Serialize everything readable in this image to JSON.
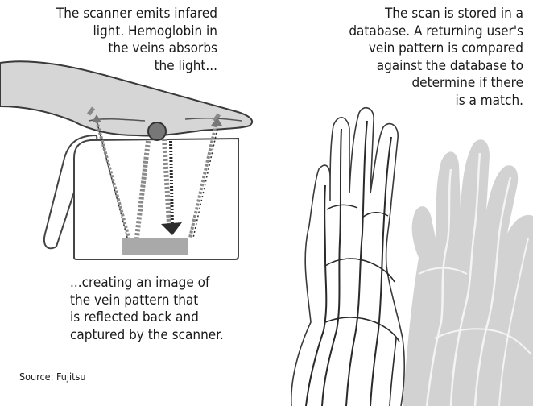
{
  "captions": {
    "top_left": "The scanner emits infared\nlight. Hemoglobin in\nthe veins absorbs\nthe light...",
    "top_right": "The scan is stored in a\ndatabase. A returning user's\nvein pattern is compared\nagainst the database to\ndetermine if there\nis a match.",
    "bottom": "...creating an image of\nthe vein pattern that\nis reflected back and\ncaptured by the scanner."
  },
  "source": "Source: Fujitsu",
  "colors": {
    "skin": "#d6d6d6",
    "skin_outline": "#3a3a3a",
    "scanner_outline": "#444444",
    "sensor": "#a9a9a9",
    "beam": "#8a8a8a",
    "beam_dark": "#2b2b2b",
    "vein_dark": "#2a2a2a",
    "vein_light": "#f4f4f4",
    "hand_gray": "#d2d2d2"
  }
}
